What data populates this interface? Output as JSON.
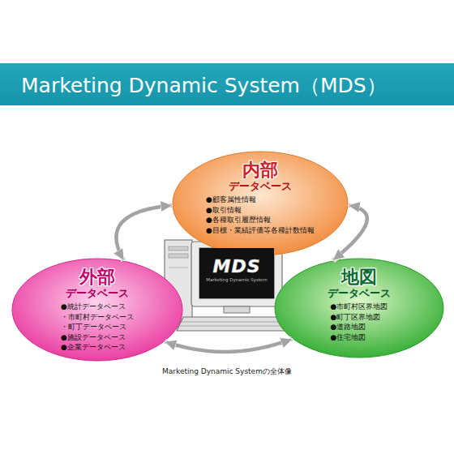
{
  "diagram": {
    "title": "Marketing Dynamic System（MDS）",
    "caption": "Marketing Dynamic Systemの全体像",
    "nodes": [
      {
        "text": [
          "内部",
          "データベース",
          "●顧客属性情報",
          "●取引情報",
          "●各種取引履歴情報",
          "●目標・業績評価等各種計数情報"
        ]
      },
      {
        "text": [
          "外部",
          "データベース",
          "●統計データベース",
          "・市町村データベース",
          "・町丁データベース",
          "●施設データベース",
          "●企業データベース"
        ]
      },
      {
        "text": [
          "MDS",
          "Marketing Dynamic System"
        ]
      },
      {
        "text": [
          "地図",
          "データベース",
          "●市町村区界地図",
          "●町丁区界地図",
          "●道路地図",
          "●住宅地図"
        ]
      }
    ],
    "edges": [
      {
        "from": 0,
        "to": 1,
        "arrow": "both"
      },
      {
        "from": 0,
        "to": 3,
        "arrow": "both"
      },
      {
        "from": 1,
        "to": 3,
        "arrow": "both"
      }
    ]
  }
}
